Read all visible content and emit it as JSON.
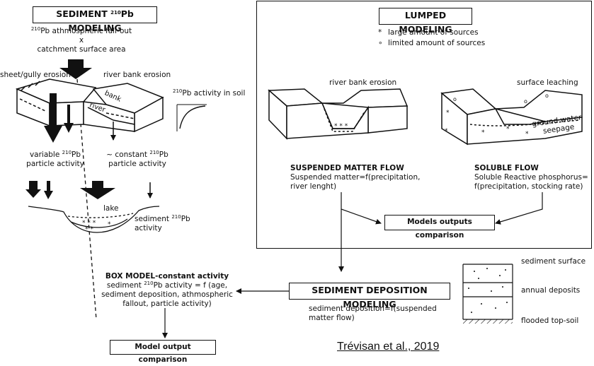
{
  "sediment_modeling": {
    "title_pre": "SEDIMENT ",
    "title_sup": "210",
    "title_post": "Pb MODELING",
    "fallout_sup": "210",
    "fallout_text": "Pb athmospheric fall-out",
    "times": "x",
    "catchment": "catchment surface area",
    "sheet_gully": "sheet/gully erosion",
    "river_bank": "river bank erosion",
    "soil_sup": "210",
    "soil_text": "Pb activity in soil",
    "bank_label": "bank",
    "river_label": "river",
    "variable_pre": "variable ",
    "variable_sup": "210",
    "variable_post": "Pb",
    "variable_line2": "particle activity",
    "constant_pre": "~ constant ",
    "constant_sup": "210",
    "constant_post": "Pb",
    "constant_line2": "particle activity",
    "lake": "lake",
    "sediment_pre": "sediment ",
    "sediment_sup": "210",
    "sediment_post": "Pb",
    "sediment_line2": "activity"
  },
  "box_model": {
    "title": "BOX MODEL-constant activity",
    "line1_pre": "sediment ",
    "line1_sup": "210",
    "line1_post": "Pb activity = f (age,",
    "line2": "sediment deposition, athmospheric",
    "line3": "fallout, particle activity)",
    "output": "Model output comparison"
  },
  "lumped": {
    "title": "LUMPED MODELING",
    "legend_large": "large amount of sources",
    "legend_limited": "limited amount of sources",
    "river_bank": "river bank erosion",
    "surface_leaching": "surface leaching",
    "ground_water_1": "ground water",
    "ground_water_2": "seepage",
    "suspended_title": "SUSPENDED MATTER FLOW",
    "suspended_1": "Suspended matter=f(precipitation,",
    "suspended_2": "river lenght)",
    "soluble_title": "SOLUBLE FLOW",
    "soluble_1": "Soluble Reactive phosphorus=",
    "soluble_2": "f(precipitation, stocking rate)",
    "comparison": "Models outputs comparison"
  },
  "deposition": {
    "title": "SEDIMENT DEPOSITION MODELING",
    "line1": "sediment deposition=f(suspended",
    "line2": "matter flow)",
    "surface": "sediment surface",
    "annual": "annual deposits",
    "topsoil": "flooded top-soil"
  },
  "citation": "Trévisan et al., 2019"
}
